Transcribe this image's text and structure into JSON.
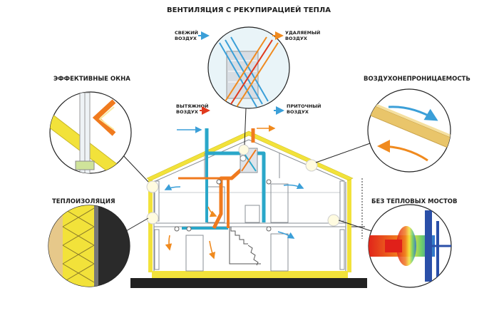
{
  "title": "ВЕНТИЛЯЦИЯ С РЕКУПИРАЦИЕЙ ТЕПЛА",
  "callouts": {
    "windows": "ЭФФЕКТИВНЫЕ ОКНА",
    "airtight": "ВОЗДУХОНЕПРОНИЦАЕМОСТЬ",
    "insulation": "ТЕПЛОИЗОЛЯЦИЯ",
    "no_bridges": "БЕЗ ТЕПЛОВЫХ МОСТОВ"
  },
  "legend": {
    "fresh": [
      "СВЕЖИЙ",
      "ВОЗДУХ"
    ],
    "removed": [
      "УДАЛЯЕМЫЙ",
      "ВОЗДУХ"
    ],
    "exhaust": [
      "ВЫТЯЖНОЙ",
      "ВОЗДУХ"
    ],
    "supply": [
      "ПРИТОЧНЫЙ",
      "ВОЗДУХ"
    ]
  },
  "colors": {
    "roof": "#f2e23a",
    "blue_duct": "#2aa7c9",
    "orange_duct": "#f07a1e",
    "fresh_arrow": "#3b9fd8",
    "removed_arrow": "#f08a1e",
    "exhaust_arrow": "#e03a1e",
    "supply_arrow": "#3b9fd8",
    "house_line": "#8a8f95",
    "foundation": "#222222"
  }
}
